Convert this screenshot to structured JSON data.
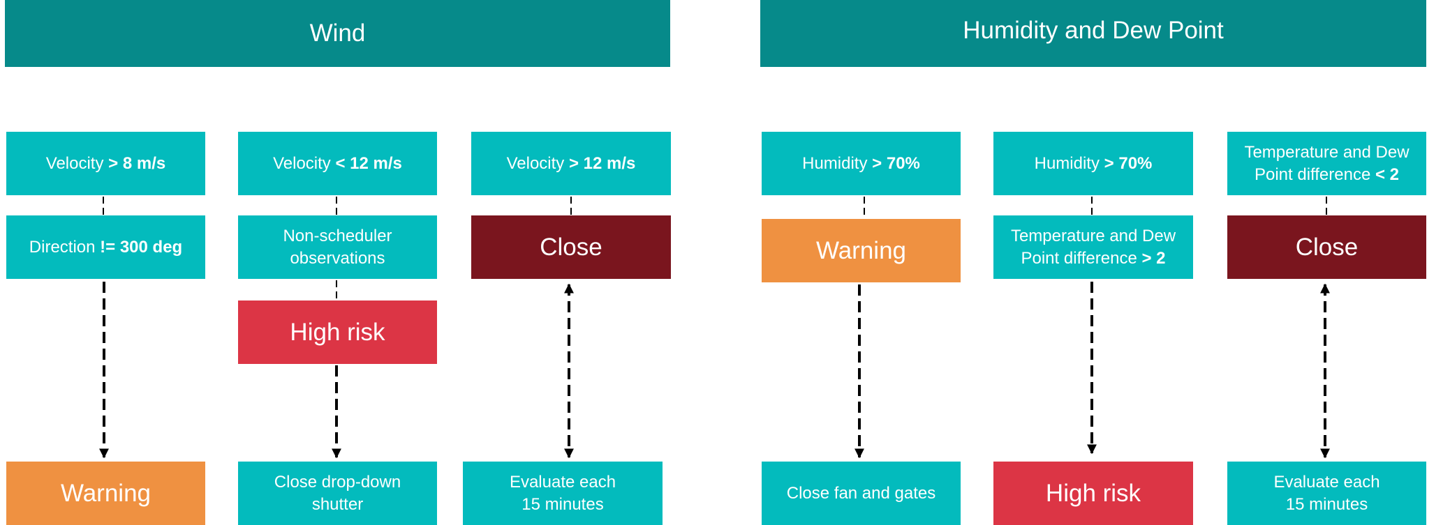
{
  "sections": {
    "wind": {
      "title": "Wind",
      "columns": [
        {
          "cond1_label": "Velocity ",
          "cond1_value": "> 8 m/s",
          "cond2_label": "Direction ",
          "cond2_value": "!= 300 deg",
          "result": "Warning"
        },
        {
          "cond1_label": "Velocity ",
          "cond1_value": "< 12 m/s",
          "cond2_line1": "Non-scheduler",
          "cond2_line2": "observations",
          "risk": "High risk",
          "result_line1": "Close drop-down",
          "result_line2": "shutter"
        },
        {
          "cond1_label": "Velocity ",
          "cond1_value": "> 12 m/s",
          "action": "Close",
          "result_line1": "Evaluate each",
          "result_line2": "15 minutes"
        }
      ]
    },
    "humidity": {
      "title": "Humidity and Dew Point",
      "columns": [
        {
          "cond1_label": "Humidity ",
          "cond1_value": "> 70%",
          "action": "Warning",
          "result": "Close fan and gates"
        },
        {
          "cond1_label": "Humidity ",
          "cond1_value": "> 70%",
          "cond2_line1": "Temperature and Dew",
          "cond2_line2_label": "Point difference ",
          "cond2_line2_value": "> 2",
          "result": "High risk"
        },
        {
          "cond1_line1": "Temperature and Dew",
          "cond1_line2_label": "Point difference ",
          "cond1_line2_value": "< 2",
          "action": "Close",
          "result_line1": "Evaluate each",
          "result_line2": "15 minutes"
        }
      ]
    }
  },
  "colors": {
    "header": "#068a8a",
    "teal": "#03bbbd",
    "warning": "#ef9141",
    "high_risk": "#dc3545",
    "close": "#7a151e"
  }
}
